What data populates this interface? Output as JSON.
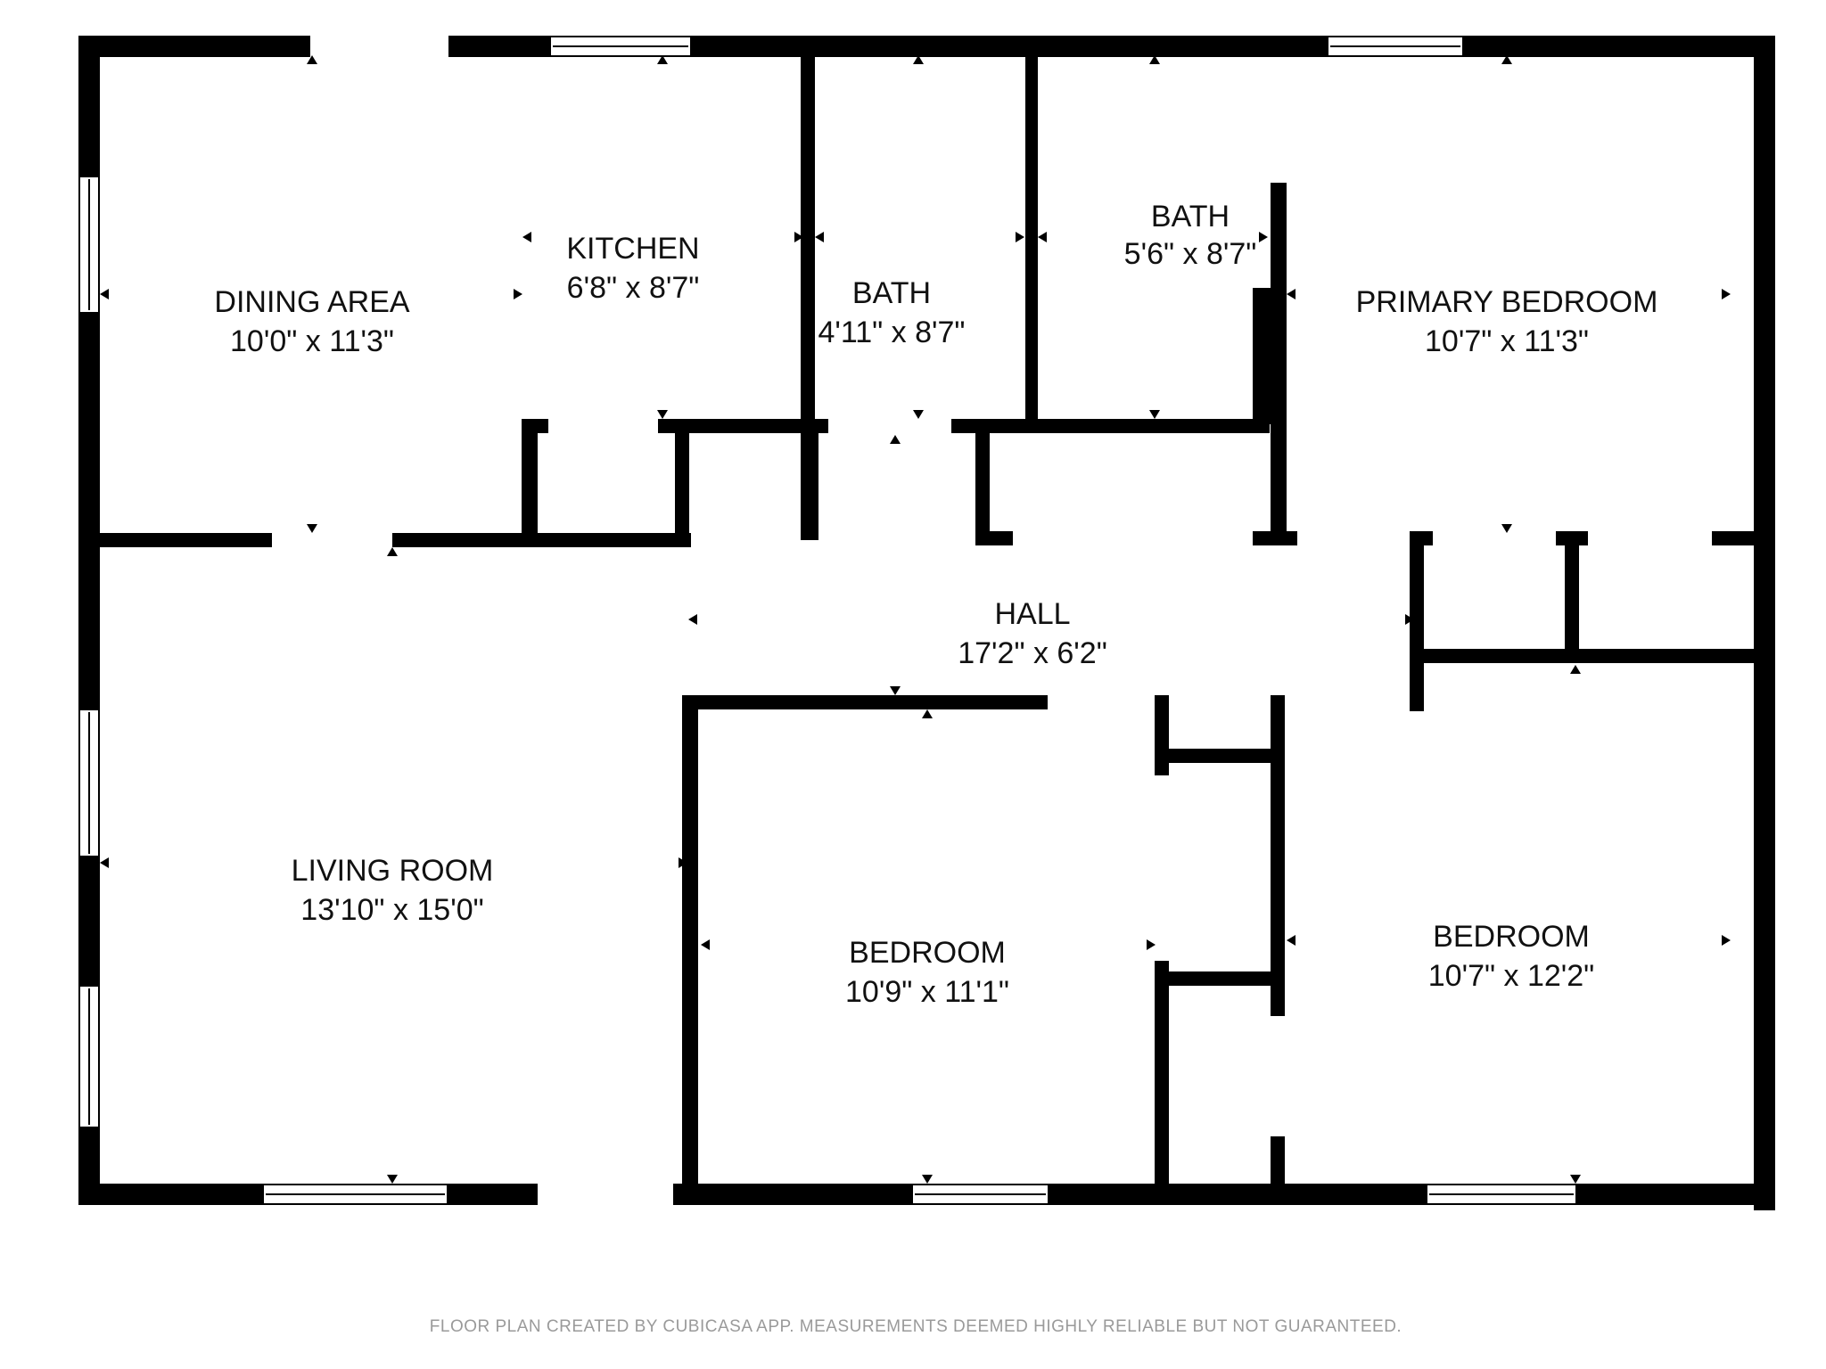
{
  "colors": {
    "wall": "#000000",
    "background": "#ffffff",
    "text": "#111111",
    "footer": "#9a9a9a"
  },
  "rooms": {
    "dining": {
      "name": "DINING AREA",
      "size": "10'0\" x 11'3\""
    },
    "kitchen": {
      "name": "KITCHEN",
      "size": "6'8\" x 8'7\""
    },
    "bath1": {
      "name": "BATH",
      "size": "4'11\" x 8'7\""
    },
    "bath2": {
      "name": "BATH",
      "size": "5'6\" x 8'7\""
    },
    "primary": {
      "name": "PRIMARY BEDROOM",
      "size": "10'7\" x 11'3\""
    },
    "hall": {
      "name": "HALL",
      "size": "17'2\" x 6'2\""
    },
    "living": {
      "name": "LIVING ROOM",
      "size": "13'10\" x 15'0\""
    },
    "bedroom1": {
      "name": "BEDROOM",
      "size": "10'9\" x 11'1\""
    },
    "bedroom2": {
      "name": "BEDROOM",
      "size": "10'7\" x 12'2\""
    }
  },
  "footer": "FLOOR PLAN CREATED BY CUBICASA APP. MEASUREMENTS DEEMED HIGHLY RELIABLE BUT NOT GUARANTEED."
}
